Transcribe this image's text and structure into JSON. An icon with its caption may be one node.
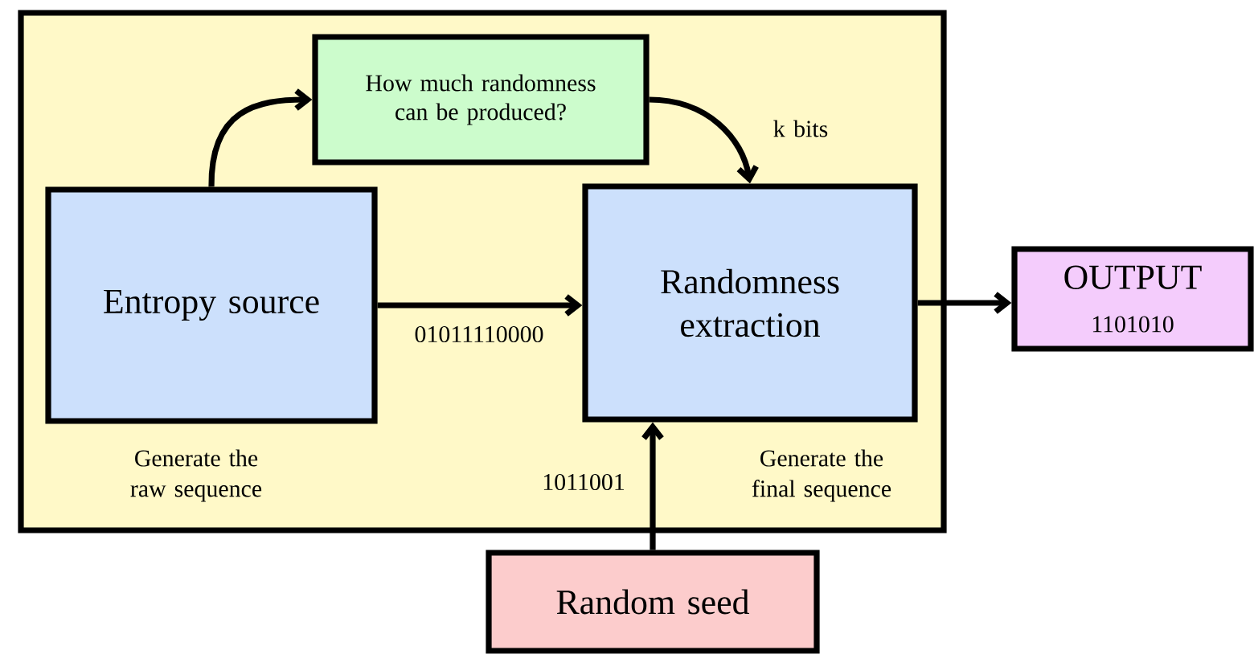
{
  "diagram": {
    "nodes": [
      {
        "text": [],
        "shape": "box"
      },
      {
        "text": [
          "Entropy source"
        ],
        "in": 0,
        "beside": [
          "Generate the raw sequence"
        ]
      },
      {
        "text": [
          "How much randomness can be produced?"
        ],
        "in": 0
      },
      {
        "text": [
          "Randomness extraction"
        ],
        "in": 0,
        "beside": [
          "Generate the final sequence"
        ]
      },
      {
        "text": [
          "OUTPUT",
          "1101010"
        ]
      },
      {
        "text": [
          "Random seed"
        ]
      }
    ],
    "edges": [
      {
        "from": 1,
        "to": 2,
        "arrow": "to"
      },
      {
        "from": 2,
        "to": 3,
        "arrow": "to",
        "label": "k bits"
      },
      {
        "from": 1,
        "to": 3,
        "arrow": "to",
        "label": "01011110000"
      },
      {
        "from": 3,
        "to": 4,
        "arrow": "to"
      },
      {
        "from": 5,
        "to": 3,
        "arrow": "to",
        "label": "1011001"
      }
    ]
  }
}
